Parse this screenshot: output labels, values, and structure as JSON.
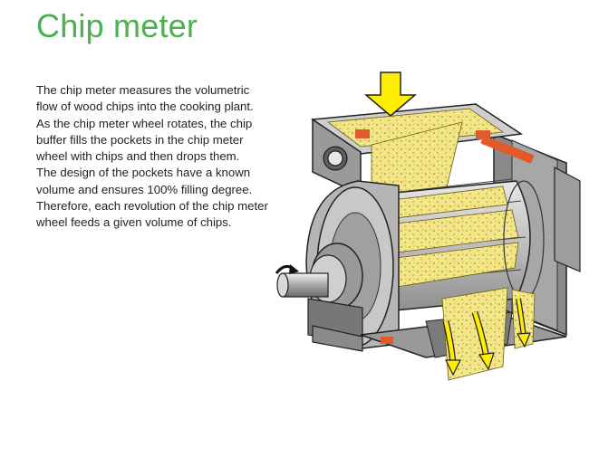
{
  "title": "Chip meter",
  "description_lines": [
    "The chip meter measures the volumetric",
    "flow of wood chips into the cooking plant.",
    "As the chip meter wheel rotates, the chip",
    "buffer fills the pockets in the chip meter",
    "wheel with chips and then drops them.",
    "The design of the pockets have a known",
    "volume and ensures 100% filling degree.",
    "Therefore, each revolution of the chip meter",
    "wheel feeds a given volume of chips."
  ],
  "colors": {
    "title": "#4caf50",
    "chips": "#f2e58a",
    "chip_dots": "#b8a52a",
    "arrow": "#ffee00",
    "metal": "#b9b9b9",
    "metal_dark": "#6f6f6f",
    "flange": "#e25a2c"
  },
  "icons": {
    "inflow": "yellow-arrow-down",
    "rotation": "curved-arrow-rotation",
    "outflow": "yellow-arrow-down"
  }
}
